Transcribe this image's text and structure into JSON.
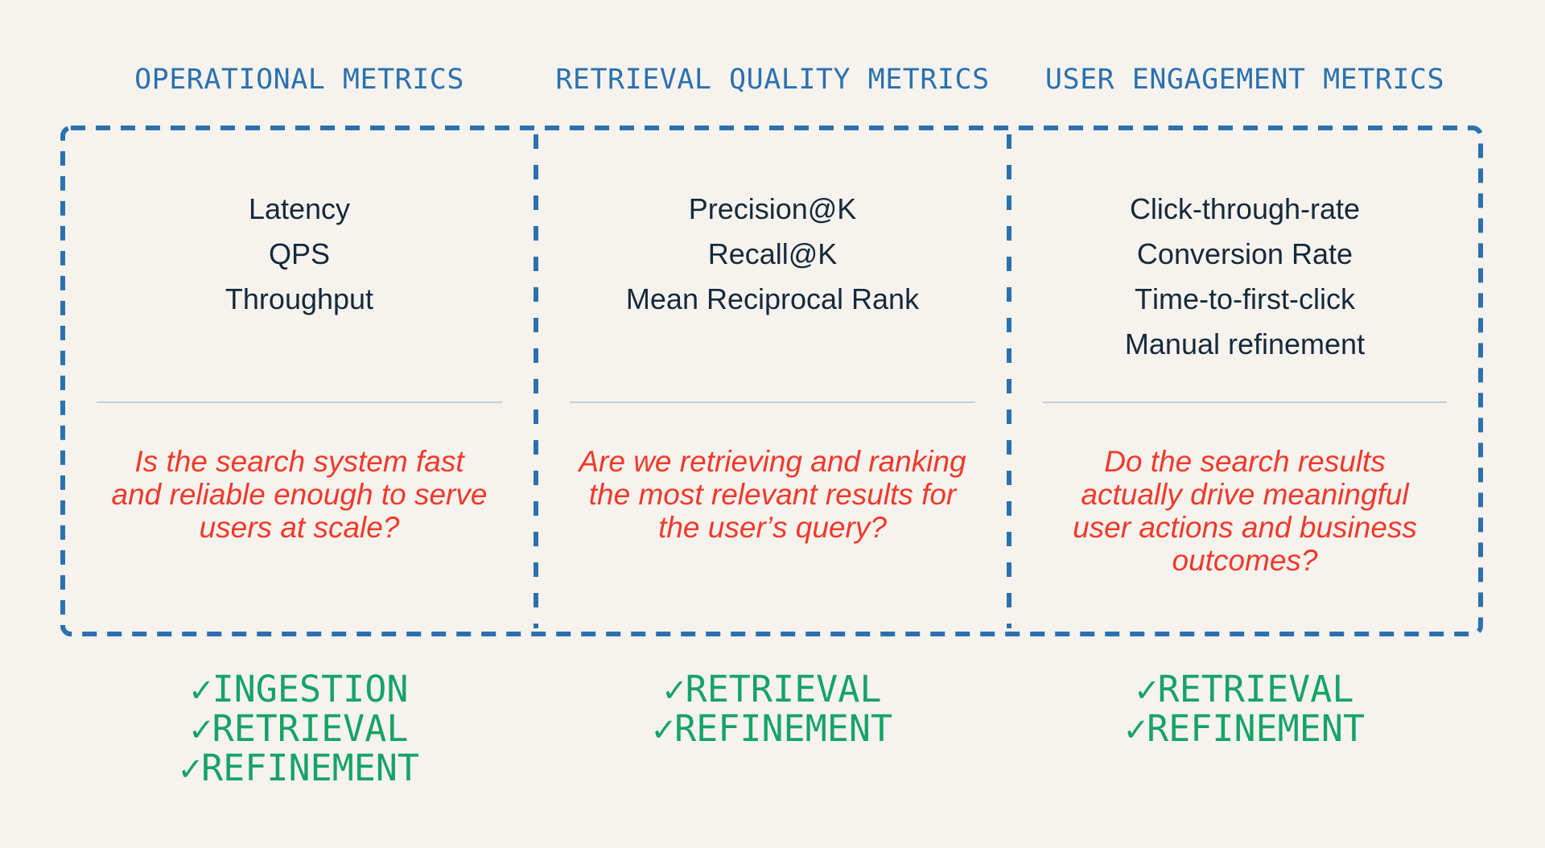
{
  "colors": {
    "background": "#f6f3ee",
    "accent_blue": "#2b71ae",
    "metric_text": "#15293a",
    "question_red": "#f1392a",
    "check_green": "#16a367",
    "divider_gray": "#c7ccd3"
  },
  "check_icon": "✓",
  "columns": [
    {
      "header": "OPERATIONAL METRICS",
      "metrics": [
        "Latency",
        "QPS",
        "Throughput"
      ],
      "question_lines": [
        "Is the search system fast",
        "and reliable enough to serve",
        "users at scale?"
      ],
      "checks": [
        "INGESTION",
        "RETRIEVAL",
        "REFINEMENT"
      ]
    },
    {
      "header": "RETRIEVAL QUALITY METRICS",
      "metrics": [
        "Precision@K",
        "Recall@K",
        "Mean Reciprocal Rank"
      ],
      "question_lines": [
        "Are we retrieving and ranking",
        "the most relevant results for",
        "the user’s query?"
      ],
      "checks": [
        "RETRIEVAL",
        "REFINEMENT"
      ]
    },
    {
      "header": "USER ENGAGEMENT METRICS",
      "metrics": [
        "Click-through-rate",
        "Conversion Rate",
        "Time-to-first-click",
        "Manual refinement"
      ],
      "question_lines": [
        "Do the search results",
        "actually drive meaningful",
        "user actions and business",
        "outcomes?"
      ],
      "checks": [
        "RETRIEVAL",
        "REFINEMENT"
      ]
    }
  ]
}
